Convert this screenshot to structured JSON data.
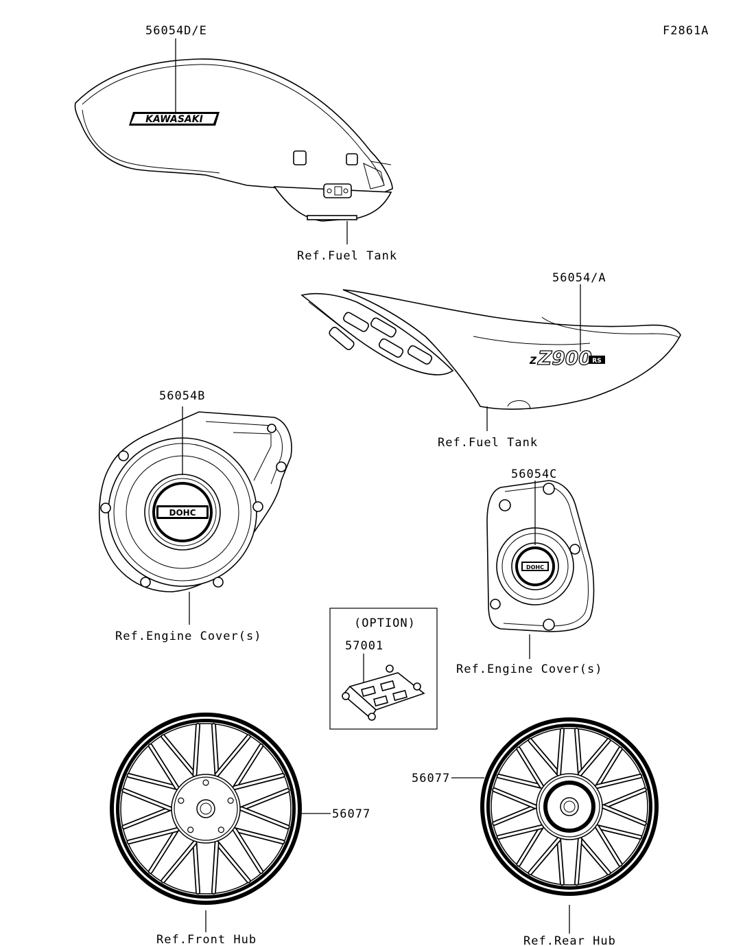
{
  "diagram_id": "F2861A",
  "parts": {
    "tank_emblem": "56054D/E",
    "side_cover_emblem": "56054/A",
    "engine_cover_left": "56054B",
    "engine_cover_right": "56054C",
    "option_part": "57001",
    "front_wheel_decal": "56077",
    "rear_wheel_decal": "56077"
  },
  "refs": {
    "fuel_tank_1": "Ref.Fuel Tank",
    "fuel_tank_2": "Ref.Fuel Tank",
    "engine_cover_1": "Ref.Engine Cover(s)",
    "engine_cover_2": "Ref.Engine Cover(s)",
    "front_hub": "Ref.Front Hub",
    "rear_hub": "Ref.Rear Hub"
  },
  "option_label": "(OPTION)",
  "logos": {
    "kawasaki": "KAWASAKI",
    "z900": "Z900",
    "rs": "RS",
    "doho": "DOHC"
  }
}
